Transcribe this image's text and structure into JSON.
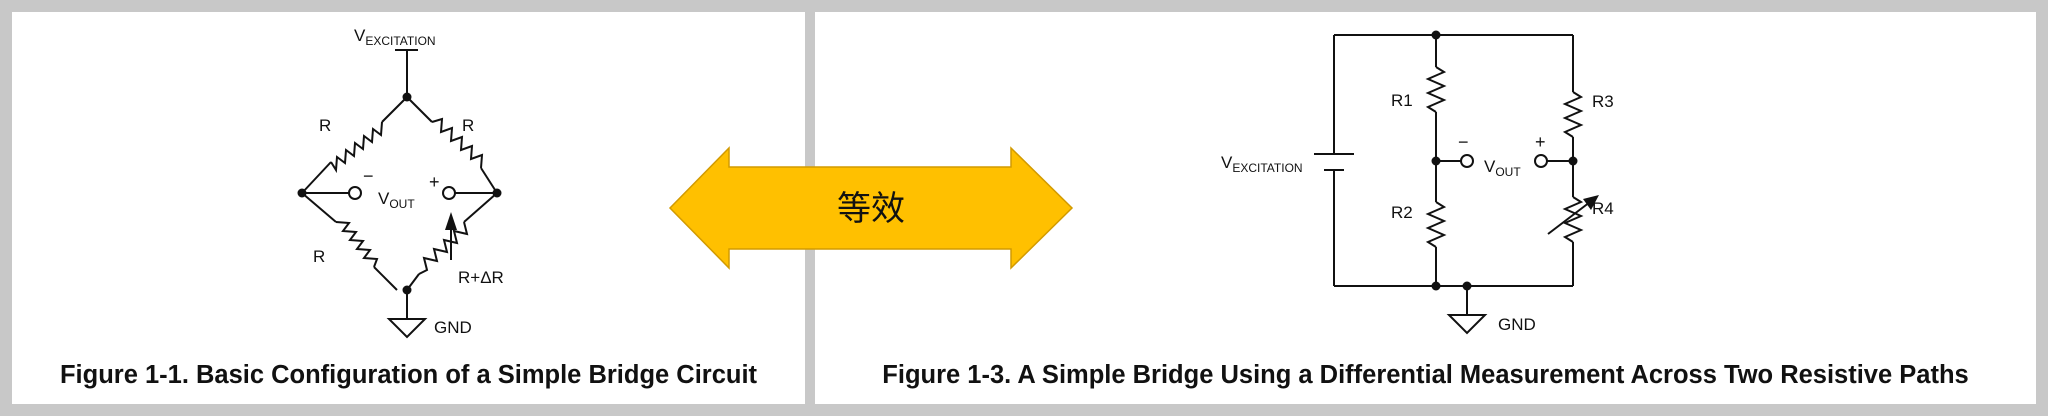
{
  "left_figure": {
    "vexc_main": "V",
    "vexc_sub": "EXCITATION",
    "r_top_left": "R",
    "r_top_right": "R",
    "r_bottom_left": "R",
    "r_bottom_right": "R+ΔR",
    "minus": "−",
    "plus": "+",
    "vout_main": "V",
    "vout_sub": "OUT",
    "gnd": "GND",
    "caption": "Figure 1-1. Basic Configuration of a Simple Bridge Circuit"
  },
  "arrow": {
    "label": "等效",
    "fill": "#ffc000",
    "stroke": "#d29a00"
  },
  "right_figure": {
    "vexc_main": "V",
    "vexc_sub": "EXCITATION",
    "r1": "R1",
    "r2": "R2",
    "r3": "R3",
    "r4": "R4",
    "minus": "−",
    "plus": "+",
    "vout_main": "V",
    "vout_sub": "OUT",
    "gnd": "GND",
    "caption": "Figure 1-3. A Simple Bridge Using a Differential Measurement Across Two Resistive Paths"
  }
}
